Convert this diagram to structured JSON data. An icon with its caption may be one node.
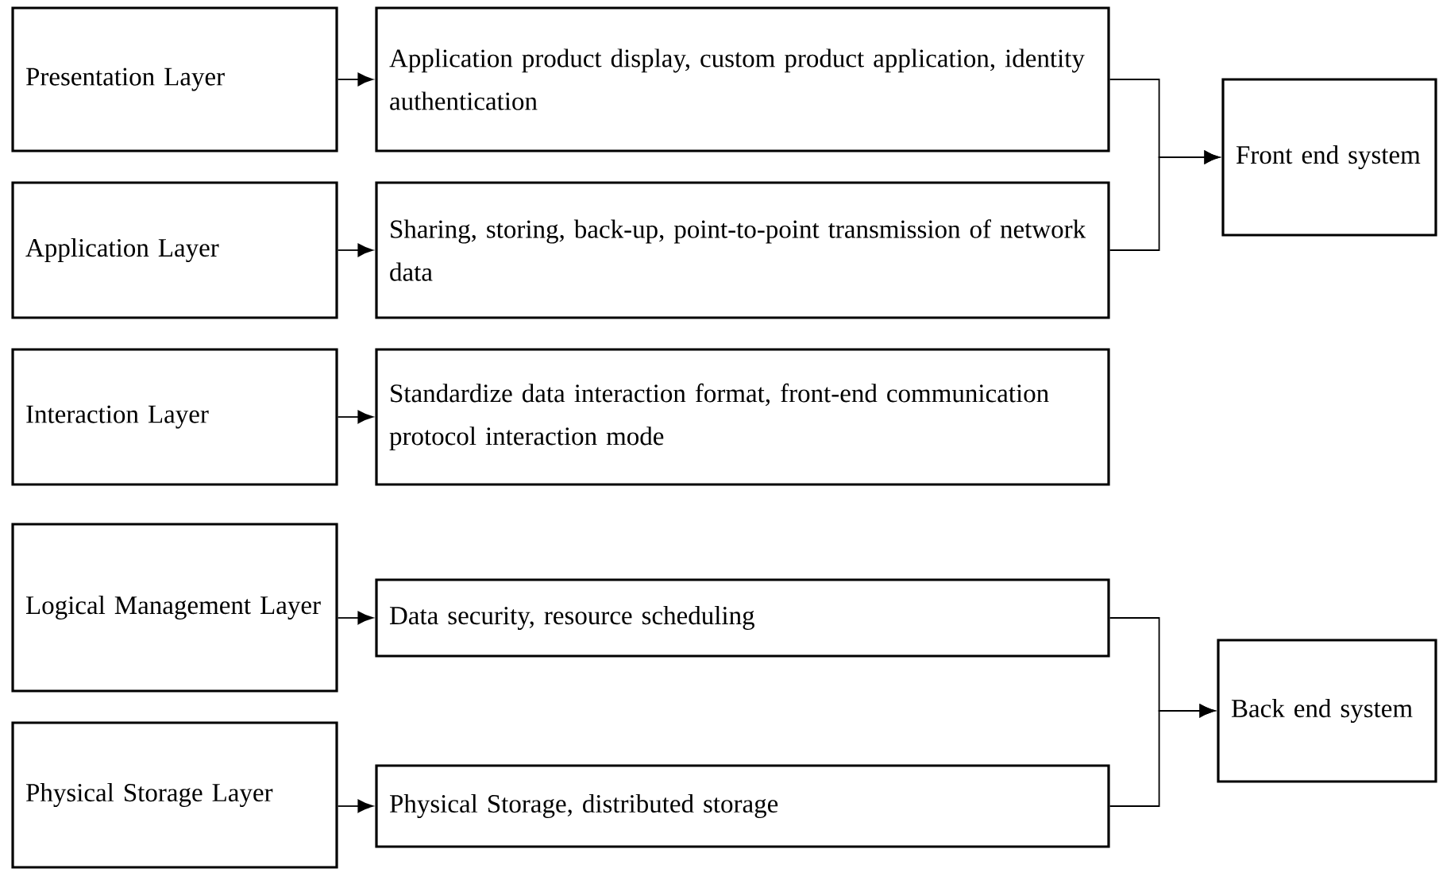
{
  "diagram": {
    "nodes": [
      {
        "text": [
          "Presentation Layer"
        ]
      },
      {
        "text": [
          "Application product display, custom product application, identity authentication"
        ]
      },
      {
        "text": [
          "Front end system"
        ]
      },
      {
        "text": [
          "Application Layer"
        ]
      },
      {
        "text": [
          "Sharing, storing, back-up, point-to-point transmission of network data"
        ]
      },
      {
        "text": [
          "Interaction Layer"
        ]
      },
      {
        "text": [
          "Standardize data interaction format, front-end communication protocol interaction mode"
        ]
      },
      {
        "text": [
          "Logical Management Layer"
        ]
      },
      {
        "text": [
          "Data security, resource scheduling"
        ]
      },
      {
        "text": [
          "Back end system"
        ]
      },
      {
        "text": [
          "Physical Storage Layer"
        ]
      },
      {
        "text": [
          "Physical Storage, distributed storage"
        ]
      }
    ],
    "edges": [
      {
        "from": 0,
        "to": 1,
        "arrow": "to"
      },
      {
        "from": 1,
        "to": 2,
        "arrow": "to"
      },
      {
        "from": 3,
        "to": 4,
        "arrow": "to"
      },
      {
        "from": 4,
        "to": 2,
        "arrow": "to"
      },
      {
        "from": 5,
        "to": 6,
        "arrow": "to"
      },
      {
        "from": 7,
        "to": 8,
        "arrow": "to"
      },
      {
        "from": 8,
        "to": 9,
        "arrow": "to"
      },
      {
        "from": 10,
        "to": 11,
        "arrow": "to"
      },
      {
        "from": 11,
        "to": 9,
        "arrow": "to"
      }
    ]
  }
}
